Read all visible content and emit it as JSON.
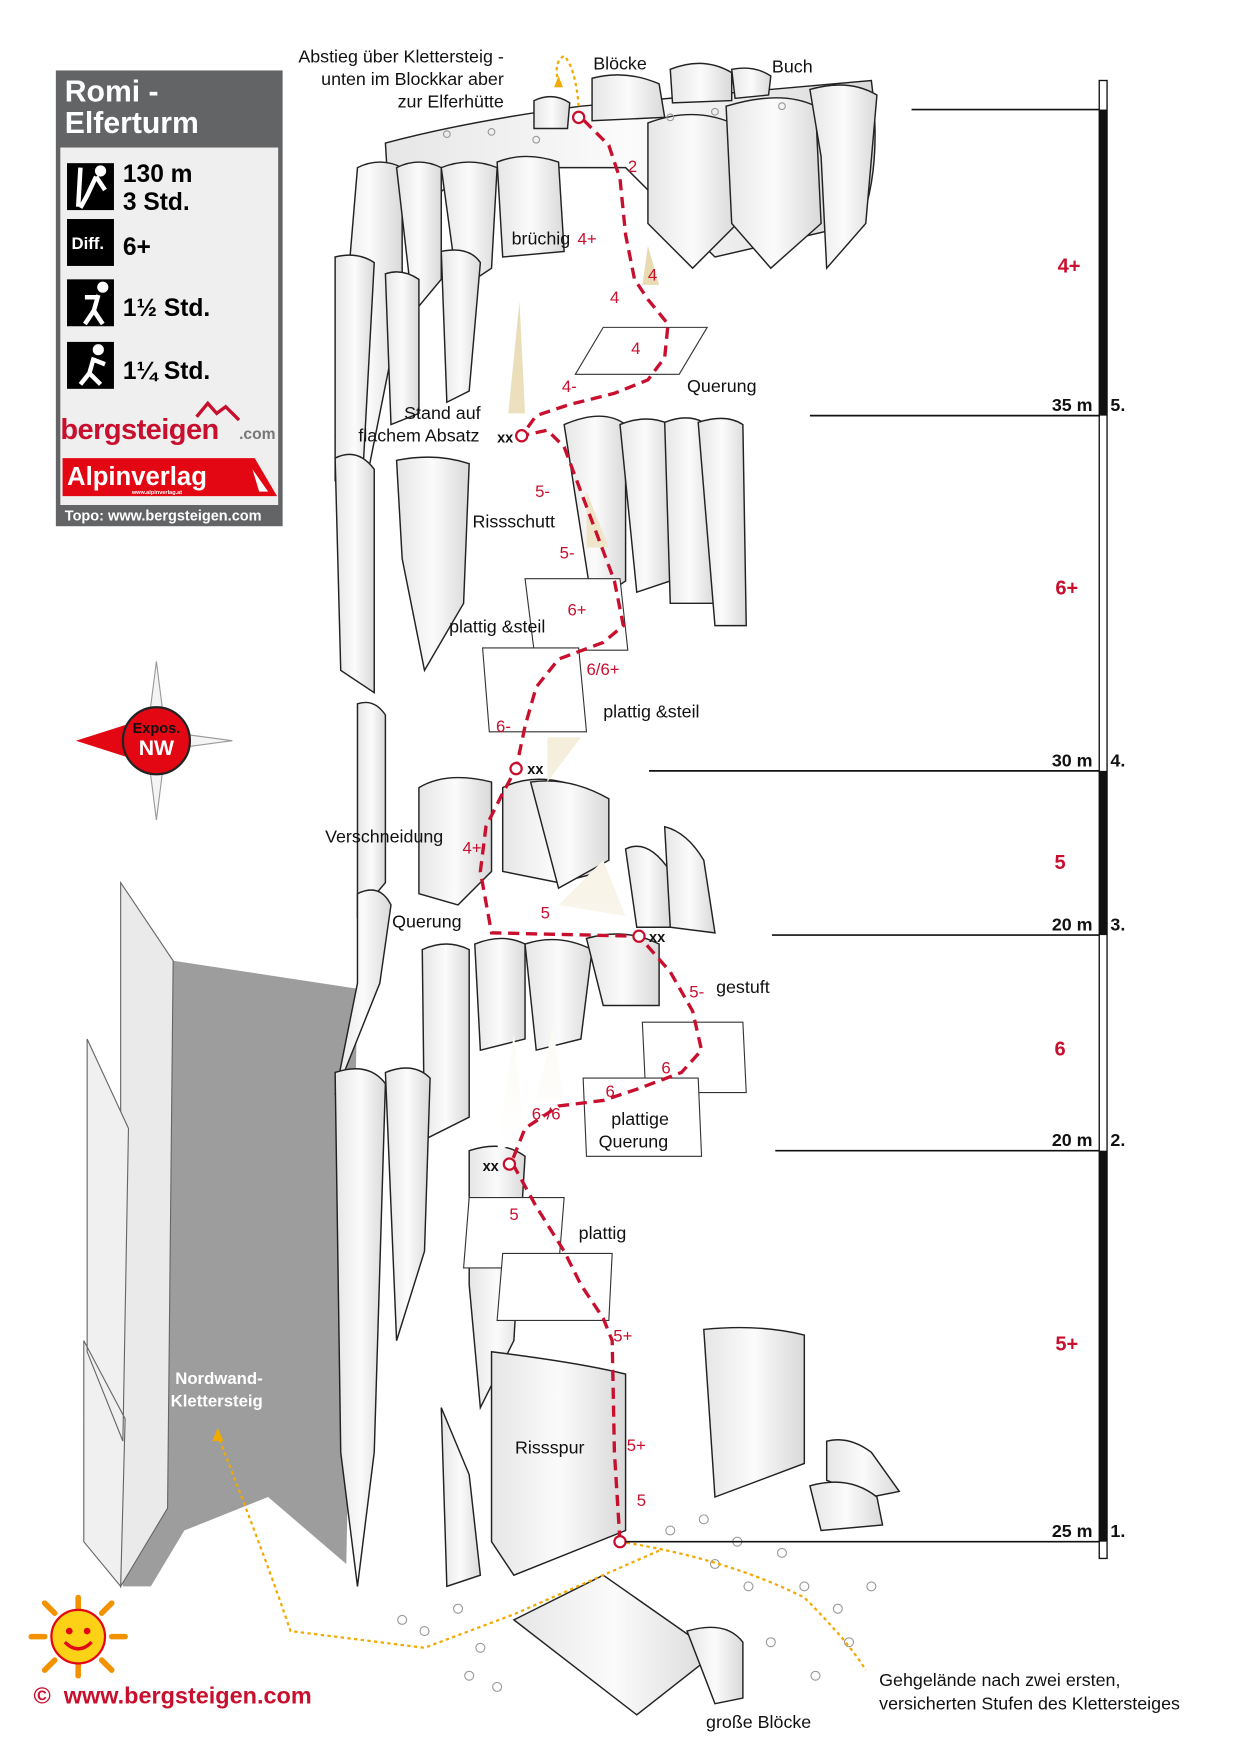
{
  "info": {
    "title_line1": "Romi -",
    "title_line2": "Elferturm",
    "length": "130 m",
    "duration": "3 Std.",
    "diff_label": "Diff.",
    "difficulty": "6+",
    "approach": "1½ Std.",
    "descent": "1¼ Std.",
    "logo_bergsteigen": "bergsteigen",
    "logo_com": ".com",
    "logo_alpinverlag": "Alpinverlag",
    "logo_alpinverlag_url": "www.alpinverlag.at",
    "topo_credit": "Topo: www.bergsteigen.com"
  },
  "compass": {
    "label": "Expos.",
    "direction": "NW"
  },
  "labels": {
    "descent_1": "Abstieg über Klettersteig -",
    "descent_2": "unten im Blockkar aber",
    "descent_3": "zur Elferhütte",
    "bloecke": "Blöcke",
    "buch": "Buch",
    "bruechig": "brüchig",
    "querung_top": "Querung",
    "stand_1": "Stand auf",
    "stand_2": "flachem Absatz",
    "rissschutt": "Rissschutt",
    "plattig_steil_1": "plattig &steil",
    "plattig_steil_2": "plattig &steil",
    "verschneidung": "Verschneidung",
    "querung_mid": "Querung",
    "gestuft": "gestuft",
    "plattige_1": "plattige",
    "plattige_2": "Querung",
    "plattig": "plattig",
    "rissspur": "Rissspur",
    "nordwand_1": "Nordwand-",
    "nordwand_2": "Klettersteig",
    "gehgelaende_1": "Gehgelände nach zwei ersten,",
    "gehgelaende_2": "versicherten Stufen des Klettersteiges",
    "grosse_bloecke": "große Blöcke",
    "footer": "©  www.bergsteigen.com"
  },
  "route_grades": [
    "2",
    "4+",
    "4",
    "4",
    "4",
    "4-",
    "5-",
    "5-",
    "6+",
    "6/6+",
    "6-",
    "4+",
    "5",
    "5-",
    "6",
    "6",
    "6-/6",
    "5",
    "5+",
    "5+",
    "5"
  ],
  "belays": [
    "xx",
    "xx",
    "xx",
    "xx"
  ],
  "pitches": [
    {
      "number": "1.",
      "length": "25 m",
      "grade": "5+"
    },
    {
      "number": "2.",
      "length": "20 m",
      "grade": "6"
    },
    {
      "number": "3.",
      "length": "20 m",
      "grade": "5"
    },
    {
      "number": "4.",
      "length": "30 m",
      "grade": "6+"
    },
    {
      "number": "5.",
      "length": "35 m",
      "grade": "4+"
    }
  ],
  "colors": {
    "route": "#c8102e",
    "path": "#f2a900",
    "box": "#636466"
  }
}
